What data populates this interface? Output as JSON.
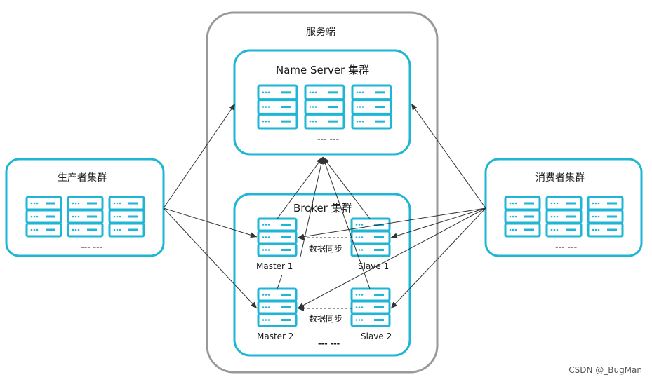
{
  "server_side": {
    "title": "服务端"
  },
  "nameserver": {
    "title": "Name Server 集群",
    "more": "--- ---"
  },
  "broker": {
    "title": "Broker 集群",
    "more": "--- ---"
  },
  "producer": {
    "title": "生产者集群",
    "more": "--- ---"
  },
  "consumer": {
    "title": "消费者集群",
    "more": "--- ---"
  },
  "nodes": {
    "master1": "Master 1",
    "slave1": "Slave 1",
    "master2": "Master 2",
    "slave2": "Slave 2",
    "sync_label": "数据同步"
  },
  "watermark": "CSDN @_BugMan",
  "colors": {
    "accent": "#1FB5D4",
    "outer": "#999999",
    "line": "#333333"
  }
}
